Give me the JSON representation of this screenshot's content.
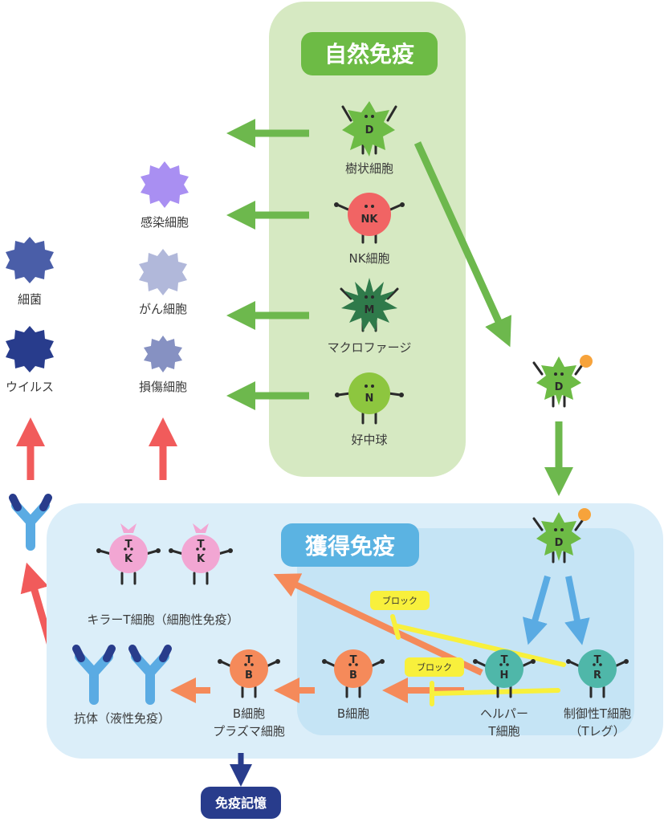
{
  "innate": {
    "title": "自然免疫",
    "cells": [
      {
        "letter": "D",
        "label": "樹状細胞"
      },
      {
        "letter": "NK",
        "label": "NK細胞"
      },
      {
        "letter": "M",
        "label": "マクロファージ"
      },
      {
        "letter": "N",
        "label": "好中球"
      }
    ]
  },
  "targets": {
    "infected": "感染細胞",
    "cancer": "がん細胞",
    "damaged": "損傷細胞",
    "bacteria": "細菌",
    "virus": "ウイルス"
  },
  "acquired": {
    "title": "獲得免疫",
    "killer_letters": [
      "T",
      "K"
    ],
    "killer_label": "キラーT細胞（細胞性免疫）",
    "antibody_label": "抗体（液性免疫）",
    "bplasma_letters": [
      "T",
      "B"
    ],
    "bplasma_label_1": "B細胞",
    "bplasma_label_2": "プラズマ細胞",
    "bcell_letters": [
      "T",
      "B"
    ],
    "bcell_label": "B細胞",
    "helper_letters": [
      "T",
      "H"
    ],
    "helper_label_1": "ヘルパー",
    "helper_label_2": "T細胞",
    "treg_letters": [
      "T",
      "R"
    ],
    "treg_label_1": "制御性T細胞",
    "treg_label_2": "（Tレグ）",
    "dendritic_letter": "D",
    "block_label": "ブロック",
    "memory_label": "免疫記憶"
  },
  "colors": {
    "innate_bg": "#d6e9c2",
    "innate_badge": "#6dbb45",
    "acquired_bg": "#dbeef9",
    "acquired_inner": "#c5e4f5",
    "acquired_badge": "#5bb3e2",
    "green_arrow": "#6db84d",
    "red_arrow": "#f15b5b",
    "orange_arrow": "#f58a5a",
    "blue_arrow": "#5aabe3",
    "navy": "#283c8c",
    "block_yellow": "#f8f03c"
  }
}
